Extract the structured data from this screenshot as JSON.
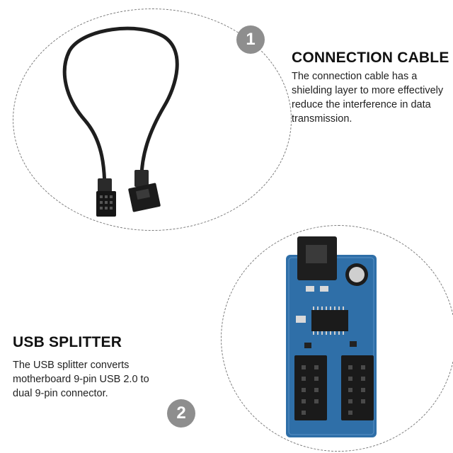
{
  "sections": [
    {
      "number": "1",
      "title": "CONNECTION CABLE",
      "description": "The connection cable has a shielding layer to more effectively reduce the interference in data transmission.",
      "icon": "cable-icon"
    },
    {
      "number": "2",
      "title": "USB SPLITTER",
      "description": "The USB splitter converts motherboard 9-pin USB 2.0 to dual 9-pin connector.",
      "icon": "usb-splitter-board-icon"
    }
  ],
  "colors": {
    "badge": "#8e8e8e",
    "pcb": "#2f6fa8",
    "cable": "#1e1e1e",
    "dashed_line": "#7a7a7a"
  }
}
